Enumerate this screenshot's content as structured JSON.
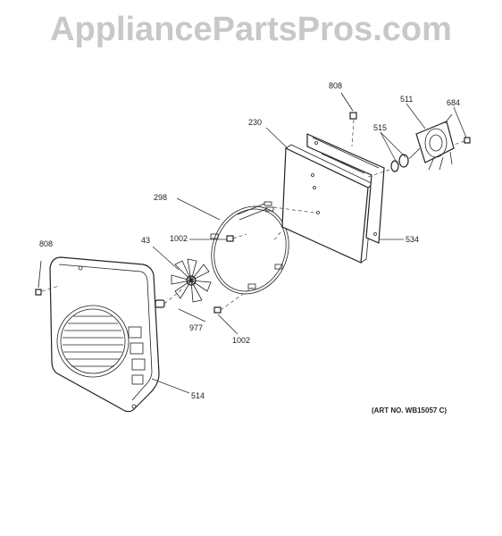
{
  "watermark": "AppliancePartsPros.com",
  "art_number": "(ART NO. WB15057 C)",
  "callouts": {
    "c808_top": "808",
    "c511": "511",
    "c684": "684",
    "c230": "230",
    "c515": "515",
    "c298": "298",
    "c1002_upper": "1002",
    "c43": "43",
    "c808_left": "808",
    "c534": "534",
    "c977": "977",
    "c1002_lower": "1002",
    "c514": "514"
  }
}
